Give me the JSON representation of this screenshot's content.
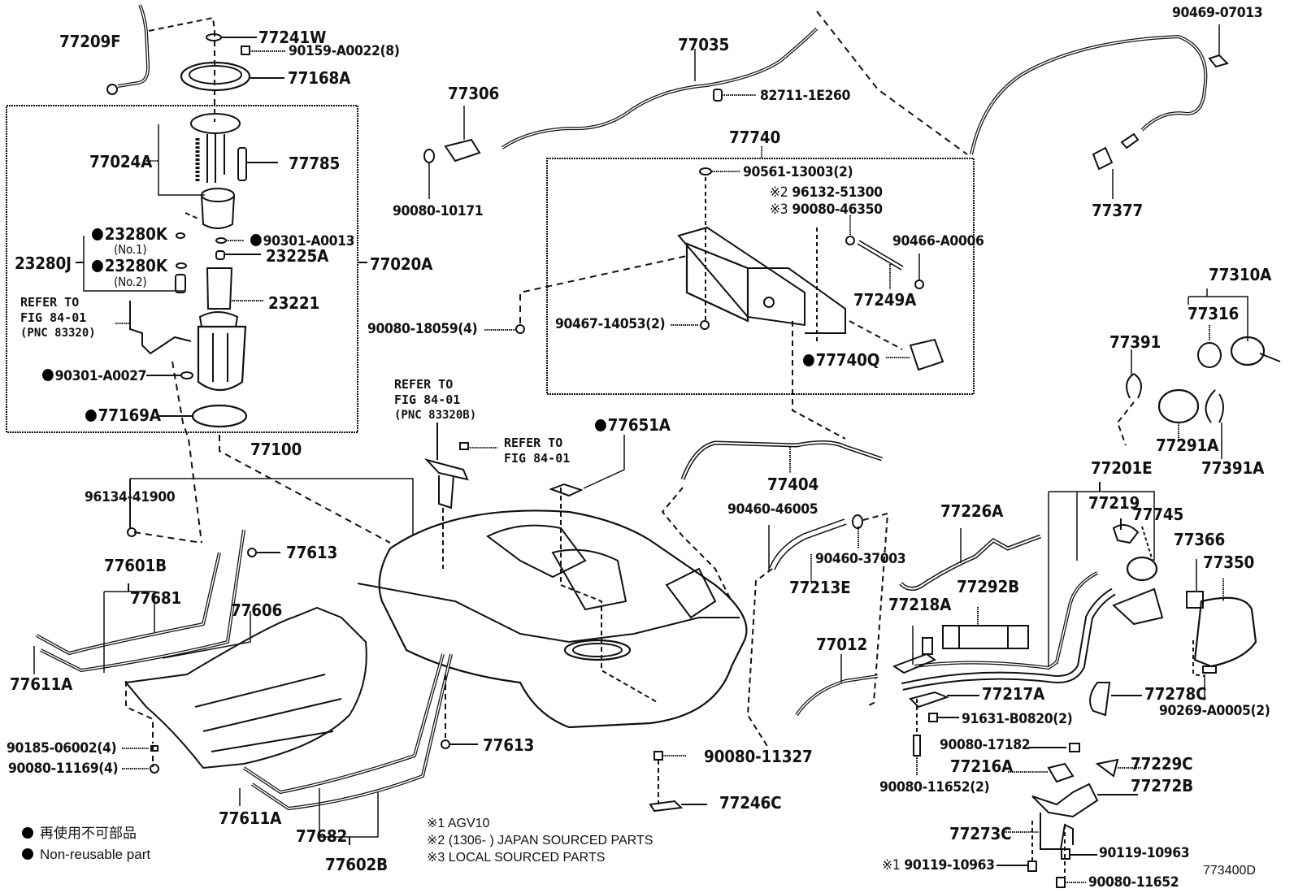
{
  "diagram": {
    "title": "Fuel tank & tube diagram",
    "illustration_code": "773400D",
    "legend": {
      "jp": "再使用不可部品",
      "en": "Non-reusable part"
    },
    "footnotes": [
      "※1 AGV10",
      "※2 (1306-        ) JAPAN SOURCED PARTS",
      "※3 LOCAL SOURCED PARTS"
    ],
    "references": {
      "fig_a": [
        "REFER TO",
        "FIG 84-01",
        "(PNC 83320)"
      ],
      "fig_b": [
        "REFER TO",
        "FIG 84-01",
        "(PNC 83320B)"
      ],
      "fig_c": [
        "REFER TO",
        "FIG 84-01"
      ]
    },
    "parts": {
      "p77209F": "77209F",
      "p77241W": "77241W",
      "p90159": "90159-A0022(8)",
      "p77168A": "77168A",
      "p77024A": "77024A",
      "p77785": "77785",
      "p23280K1": "23280K",
      "p23280K1_sub": "(No.1)",
      "p23280J": "23280J",
      "p23280K2": "23280K",
      "p23280K2_sub": "(No.2)",
      "p90301A0013": "90301-A0013",
      "p23225A": "23225A",
      "p77020A": "77020A",
      "p23221": "23221",
      "p90301A0027": "90301-A0027",
      "p77169A": "77169A",
      "p77100": "77100",
      "p96134": "96134-41900",
      "p77613a": "77613",
      "p77601B": "77601B",
      "p77681": "77681",
      "p77606": "77606",
      "p77611Aa": "77611A",
      "p90185": "90185-06002(4)",
      "p90080_11169": "90080-11169(4)",
      "p77611Ab": "77611A",
      "p77682": "77682",
      "p77602B": "77602B",
      "p77613b": "77613",
      "p77306": "77306",
      "p90080_10171": "90080-10171",
      "p77035": "77035",
      "p82711": "82711-1E260",
      "p77740": "77740",
      "p90561": "90561-13003(2)",
      "p96132": "96132-51300",
      "p96132_mark": "※2",
      "p90080_46350": "90080-46350",
      "p90080_46350_mark": "※3",
      "p90466": "90466-A0006",
      "p77249A": "77249A",
      "p90080_18059": "90080-18059(4)",
      "p90467": "90467-14053(2)",
      "p77740Q": "77740Q",
      "p77651A": "77651A",
      "p77404": "77404",
      "p90460_46005": "90460-46005",
      "p90460_37003": "90460-37003",
      "p77213E": "77213E",
      "p90469": "90469-07013",
      "p77377": "77377",
      "p77310A": "77310A",
      "p77316": "77316",
      "p77391": "77391",
      "p77291A": "77291A",
      "p77391A": "77391A",
      "p77201E": "77201E",
      "p77219": "77219",
      "p77745": "77745",
      "p77226A": "77226A",
      "p77366": "77366",
      "p77350": "77350",
      "p77292B": "77292B",
      "p77218A": "77218A",
      "p77012": "77012",
      "p77217A": "77217A",
      "p77278C": "77278C",
      "p90269": "90269-A0005(2)",
      "p91631": "91631-B0820(2)",
      "p90080_17182": "90080-17182",
      "p77216A": "77216A",
      "p77229C": "77229C",
      "p90080_11652_2": "90080-11652(2)",
      "p77272B": "77272B",
      "p77273C": "77273C",
      "p90119a": "90119-10963",
      "p90119b": "90119-10963",
      "p90119b_mark": "※1",
      "p90080_11652": "90080-11652",
      "p90080_11327": "90080-11327",
      "p77246C": "77246C"
    }
  }
}
